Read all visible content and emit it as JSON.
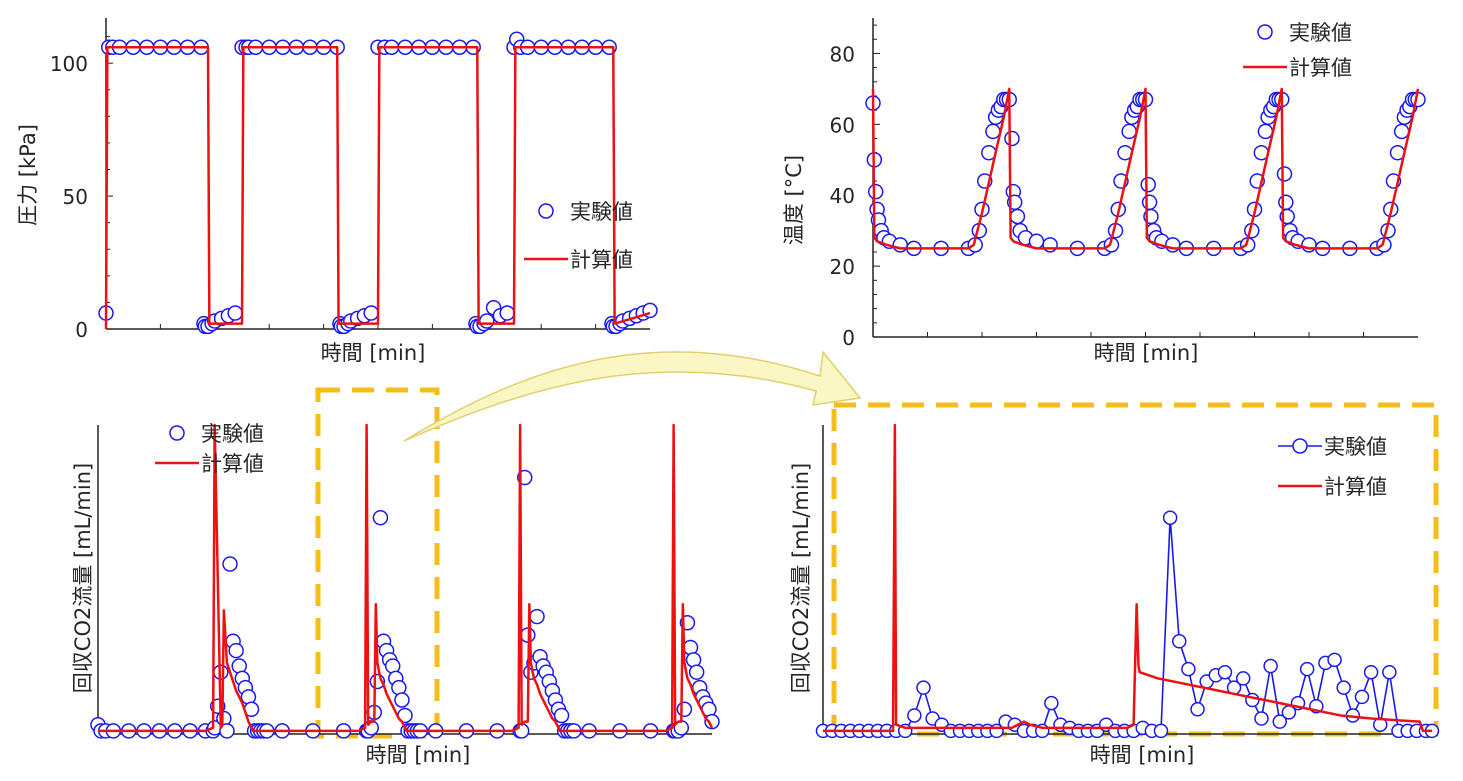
{
  "colors": {
    "experimental": "#1a1aee",
    "calculated": "#ee1111",
    "highlight": "#f5bd17",
    "arrow_fill": "#fbf7c4",
    "arrow_stroke": "#e3cf6e"
  },
  "legend": {
    "experimental": "実験値",
    "calculated": "計算値"
  },
  "chart_data": [
    {
      "id": "pressure",
      "type": "scatter",
      "xlabel": "時間 [min]",
      "ylabel": "圧力 [kPa]",
      "ylim": [
        0,
        117
      ],
      "yticks": [
        0,
        50,
        100
      ],
      "xlim": [
        0,
        400
      ],
      "x_ticks_labeled": false,
      "legend_position": "center-right",
      "series": [
        {
          "name": "実験値",
          "kind": "markers",
          "x": [
            0,
            2,
            5,
            10,
            20,
            30,
            40,
            50,
            60,
            70,
            72,
            73,
            75,
            78,
            80,
            85,
            90,
            95,
            100,
            103,
            105,
            110,
            120,
            130,
            140,
            150,
            160,
            170,
            172,
            173,
            175,
            178,
            180,
            185,
            190,
            195,
            200,
            205,
            210,
            220,
            230,
            240,
            250,
            260,
            270,
            272,
            273,
            275,
            278,
            280,
            285,
            290,
            295,
            300,
            302,
            305,
            310,
            320,
            330,
            340,
            350,
            360,
            370,
            372,
            373,
            375,
            378,
            380,
            385,
            390,
            395,
            400
          ],
          "y": [
            6,
            106,
            106,
            106,
            106,
            106,
            106,
            106,
            106,
            106,
            2,
            1,
            1,
            2,
            3,
            4,
            5,
            6,
            106,
            106,
            106,
            106,
            106,
            106,
            106,
            106,
            106,
            106,
            2,
            1,
            1,
            2,
            3,
            4,
            5,
            6,
            106,
            106,
            106,
            106,
            106,
            106,
            106,
            106,
            106,
            2,
            1,
            1,
            2,
            3,
            8,
            5,
            6,
            106,
            109,
            106,
            106,
            106,
            106,
            106,
            106,
            106,
            106,
            2,
            1,
            1,
            2,
            3,
            4,
            5,
            6,
            7
          ]
        },
        {
          "name": "計算値",
          "kind": "line",
          "x": [
            0,
            1,
            75,
            76,
            100,
            101,
            170,
            171,
            200,
            201,
            273,
            274,
            300,
            301,
            373,
            374,
            400
          ],
          "y": [
            0,
            106,
            106,
            2,
            2,
            106,
            106,
            2,
            2,
            106,
            106,
            2,
            2,
            106,
            106,
            2,
            6
          ]
        }
      ]
    },
    {
      "id": "temperature",
      "type": "scatter",
      "xlabel": "時間 [min]",
      "ylabel": "温度 [°C]",
      "ylim": [
        0,
        90
      ],
      "yticks": [
        0,
        20,
        40,
        60,
        80
      ],
      "xlim": [
        0,
        400
      ],
      "x_ticks_labeled": false,
      "legend_position": "top-right",
      "series": [
        {
          "name": "実験値",
          "kind": "markers",
          "x": [
            0,
            1,
            2,
            3,
            4,
            6,
            8,
            12,
            20,
            30,
            50,
            70,
            75,
            78,
            80,
            82,
            85,
            88,
            90,
            92,
            94,
            96,
            98,
            100,
            102,
            103,
            104,
            106,
            108,
            112,
            120,
            130,
            150,
            170,
            175,
            178,
            180,
            182,
            185,
            188,
            190,
            192,
            194,
            196,
            198,
            200,
            202,
            203,
            204,
            206,
            208,
            212,
            220,
            230,
            250,
            270,
            275,
            278,
            280,
            282,
            285,
            288,
            290,
            292,
            294,
            296,
            298,
            300,
            302,
            303,
            304,
            306,
            308,
            312,
            320,
            330,
            350,
            370,
            375,
            378,
            380,
            382,
            385,
            388,
            390,
            392,
            394,
            396,
            398,
            400
          ],
          "y": [
            66,
            50,
            41,
            36,
            33,
            30,
            28,
            27,
            26,
            25,
            25,
            25,
            26,
            30,
            36,
            44,
            52,
            58,
            62,
            64,
            65,
            67,
            67,
            67,
            56,
            41,
            38,
            34,
            30,
            28,
            27,
            26,
            25,
            25,
            26,
            30,
            36,
            44,
            52,
            58,
            62,
            64,
            65,
            67,
            67,
            67,
            43,
            38,
            34,
            30,
            28,
            27,
            26,
            25,
            25,
            25,
            26,
            30,
            36,
            44,
            52,
            58,
            62,
            64,
            65,
            67,
            67,
            67,
            46,
            38,
            34,
            30,
            28,
            27,
            26,
            25,
            25,
            25,
            26,
            30,
            36,
            44,
            52,
            58,
            62,
            64,
            65,
            67,
            67,
            67
          ]
        },
        {
          "name": "計算値",
          "kind": "line",
          "x": [
            0,
            1,
            3,
            10,
            20,
            30,
            50,
            70,
            74,
            80,
            90,
            96,
            100,
            101,
            103,
            110,
            120,
            140,
            170,
            174,
            180,
            190,
            196,
            200,
            201,
            203,
            210,
            220,
            240,
            270,
            274,
            280,
            290,
            296,
            300,
            301,
            303,
            310,
            320,
            340,
            370,
            374,
            380,
            390,
            396,
            400
          ],
          "y": [
            70,
            28,
            27,
            26,
            25,
            25,
            25,
            25,
            26,
            35,
            52,
            62,
            70,
            28,
            27,
            26,
            25,
            25,
            25,
            26,
            35,
            52,
            62,
            70,
            28,
            27,
            26,
            25,
            25,
            25,
            26,
            35,
            52,
            62,
            70,
            28,
            27,
            26,
            25,
            25,
            25,
            26,
            35,
            52,
            62,
            70
          ]
        }
      ]
    },
    {
      "id": "co2_flow",
      "type": "scatter",
      "xlabel": "時間 [min]",
      "ylabel": "回収CO2流量 [mL/min]",
      "ylim": [
        0,
        100
      ],
      "y_ticks_labeled": false,
      "xlim": [
        0,
        400
      ],
      "x_ticks_labeled": false,
      "legend_position": "top-left",
      "series": [
        {
          "name": "実験値",
          "kind": "markers",
          "x": [
            0,
            2,
            5,
            10,
            20,
            30,
            40,
            50,
            60,
            70,
            75,
            76,
            78,
            80,
            82,
            84,
            86,
            88,
            90,
            92,
            94,
            96,
            98,
            100,
            102,
            104,
            106,
            108,
            110,
            120,
            140,
            160,
            175,
            176,
            178,
            180,
            182,
            184,
            186,
            188,
            190,
            192,
            194,
            196,
            198,
            200,
            202,
            204,
            206,
            208,
            210,
            220,
            240,
            260,
            275,
            276,
            278,
            280,
            282,
            284,
            286,
            288,
            290,
            292,
            294,
            296,
            298,
            300,
            302,
            304,
            306,
            308,
            310,
            320,
            340,
            360,
            375,
            376,
            378,
            380,
            382,
            384,
            386,
            388,
            390,
            392,
            394,
            396,
            398,
            400
          ],
          "y": [
            3,
            1,
            1,
            1,
            1,
            1,
            1,
            1,
            1,
            1,
            1,
            2,
            9,
            20,
            5,
            1,
            55,
            30,
            27,
            22,
            18,
            15,
            12,
            8,
            1,
            1,
            1,
            1,
            1,
            1,
            1,
            1,
            1,
            1,
            2,
            7,
            17,
            70,
            30,
            27,
            24,
            22,
            18,
            15,
            11,
            6,
            1,
            1,
            1,
            1,
            1,
            1,
            1,
            1,
            1,
            1,
            83,
            32,
            20,
            23,
            38,
            25,
            22,
            20,
            17,
            14,
            11,
            8,
            6,
            1,
            1,
            1,
            1,
            1,
            1,
            1,
            1,
            1,
            1,
            2,
            8,
            36,
            28,
            24,
            20,
            15,
            12,
            10,
            8,
            4
          ]
        },
        {
          "name": "計算値",
          "kind": "line",
          "x": [
            0,
            70,
            75,
            76,
            80,
            81,
            82,
            84,
            86,
            88,
            90,
            92,
            94,
            96,
            98,
            100,
            101,
            170,
            174,
            175,
            176,
            178,
            180,
            181,
            182,
            184,
            186,
            188,
            190,
            192,
            194,
            196,
            198,
            200,
            201,
            270,
            274,
            275,
            276,
            278,
            280,
            281,
            282,
            284,
            286,
            288,
            290,
            292,
            294,
            296,
            298,
            300,
            301,
            370,
            374,
            375,
            376,
            378,
            380,
            381,
            382,
            384,
            386,
            388,
            390,
            392,
            394,
            396,
            398,
            400
          ],
          "y": [
            1,
            1,
            2,
            100,
            2,
            3,
            40,
            23,
            20,
            17,
            14,
            12,
            10,
            7,
            4,
            2,
            1,
            1,
            2,
            100,
            3,
            4,
            4,
            42,
            23,
            18,
            16,
            13,
            11,
            9,
            7,
            5,
            4,
            2,
            1,
            1,
            2,
            100,
            3,
            4,
            4,
            42,
            23,
            18,
            16,
            13,
            11,
            9,
            7,
            5,
            4,
            2,
            1,
            1,
            2,
            100,
            3,
            4,
            4,
            42,
            23,
            18,
            16,
            13,
            11,
            9,
            7,
            5,
            4,
            2
          ]
        }
      ]
    },
    {
      "id": "co2_flow_zoom",
      "type": "line",
      "xlabel": "時間 [min]",
      "ylabel": "回収CO2流量 [mL/min]",
      "ylim": [
        0,
        100
      ],
      "y_ticks_labeled": false,
      "xlim": [
        0,
        100
      ],
      "x_ticks_labeled": false,
      "legend_position": "top-right",
      "series": [
        {
          "name": "実験値",
          "kind": "markers-line",
          "x": [
            0,
            1.5,
            3,
            4.5,
            6,
            7.5,
            9,
            10.5,
            12,
            13.5,
            15,
            16.5,
            18,
            19.5,
            21,
            22.5,
            24,
            25.5,
            27,
            28.5,
            30,
            31.5,
            33,
            34.5,
            36,
            37.5,
            39,
            40.5,
            42,
            43.5,
            45,
            46.5,
            48,
            49.5,
            51,
            52.5,
            54,
            55.5,
            57,
            58.5,
            60,
            61.5,
            63,
            64.5,
            66,
            67.5,
            69,
            70.5,
            72,
            73.5,
            75,
            76.5,
            78,
            79.5,
            81,
            82.5,
            84,
            85.5,
            87,
            88.5,
            90,
            91.5,
            93,
            94.5,
            96,
            97.5,
            99,
            100
          ],
          "y": [
            1,
            1,
            1,
            1,
            1,
            1,
            1,
            1,
            1,
            1,
            6,
            15,
            5,
            3,
            1,
            1,
            1,
            1,
            1,
            1,
            4,
            3,
            1,
            1,
            1,
            10,
            3,
            2,
            1,
            1,
            1,
            3,
            1,
            1,
            1,
            2,
            1,
            1,
            70,
            30,
            21,
            8,
            17,
            19,
            20,
            15,
            18,
            11,
            5,
            22,
            4,
            7,
            10,
            21,
            9,
            23,
            24,
            15,
            6,
            12,
            20,
            3,
            20,
            1,
            1,
            1,
            1,
            1
          ]
        },
        {
          "name": "計算値",
          "kind": "line",
          "x": [
            0,
            11.5,
            11.8,
            12,
            13.5,
            15,
            20,
            30,
            31,
            32,
            33,
            34,
            36,
            40,
            50,
            51,
            51.5,
            51.8,
            52,
            55,
            60,
            65,
            70,
            75,
            80,
            85,
            90,
            98,
            98.5,
            99,
            100
          ],
          "y": [
            1,
            1,
            100,
            3,
            2,
            2,
            2,
            2,
            2,
            3,
            4,
            3,
            2,
            2,
            2,
            3,
            42,
            22,
            20,
            18,
            16,
            14,
            12,
            10,
            8,
            6,
            5,
            4,
            1,
            1,
            1
          ]
        }
      ]
    }
  ]
}
